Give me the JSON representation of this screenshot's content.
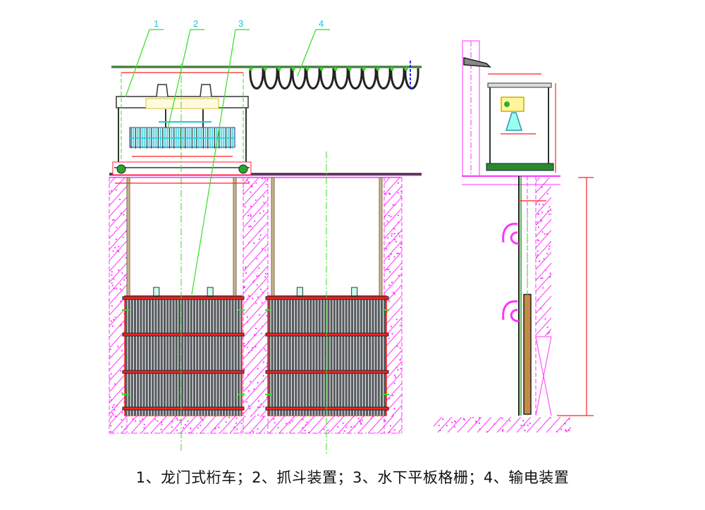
{
  "callouts": [
    {
      "num": "1",
      "part": "龙门式桁车"
    },
    {
      "num": "2",
      "part": "抓斗装置"
    },
    {
      "num": "3",
      "part": "水下平板格栅"
    },
    {
      "num": "4",
      "part": "输电装置"
    }
  ],
  "caption": "1、龙门式桁车；2、抓斗装置；3、水下平板格栅；4、输电装置",
  "colors": {
    "leader": "#33dd22",
    "callout_text": "#18c7d8",
    "dimension": "#ff2020",
    "concrete": "#ff33ff",
    "steel": "#333333",
    "grab": "#22c8d8",
    "grid_fill": "#555a5e"
  }
}
